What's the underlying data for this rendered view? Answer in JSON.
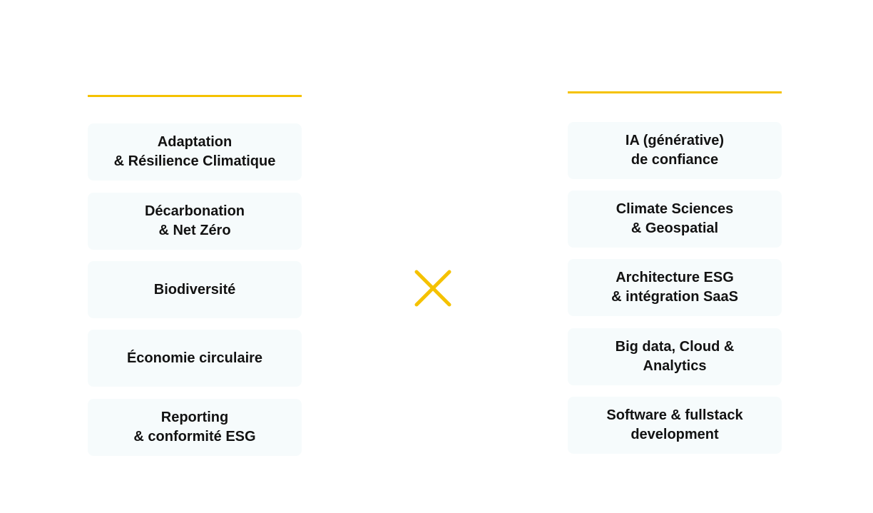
{
  "colors": {
    "accent": "#f5c200",
    "card_background": "#f6fbfc",
    "text": "#121212"
  },
  "left_column": {
    "items": [
      {
        "label": "Adaptation\n& Résilience Climatique"
      },
      {
        "label": "Décarbonation\n& Net Zéro"
      },
      {
        "label": "Biodiversité"
      },
      {
        "label": "Économie circulaire"
      },
      {
        "label": "Reporting\n& conformité ESG"
      }
    ]
  },
  "right_column": {
    "items": [
      {
        "label": "IA (générative)\nde confiance"
      },
      {
        "label": "Climate Sciences\n& Geospatial"
      },
      {
        "label": "Architecture ESG\n& intégration SaaS"
      },
      {
        "label": "Big data, Cloud &\nAnalytics"
      },
      {
        "label": "Software & fullstack\ndevelopment"
      }
    ]
  },
  "center_icon": "cross-icon"
}
